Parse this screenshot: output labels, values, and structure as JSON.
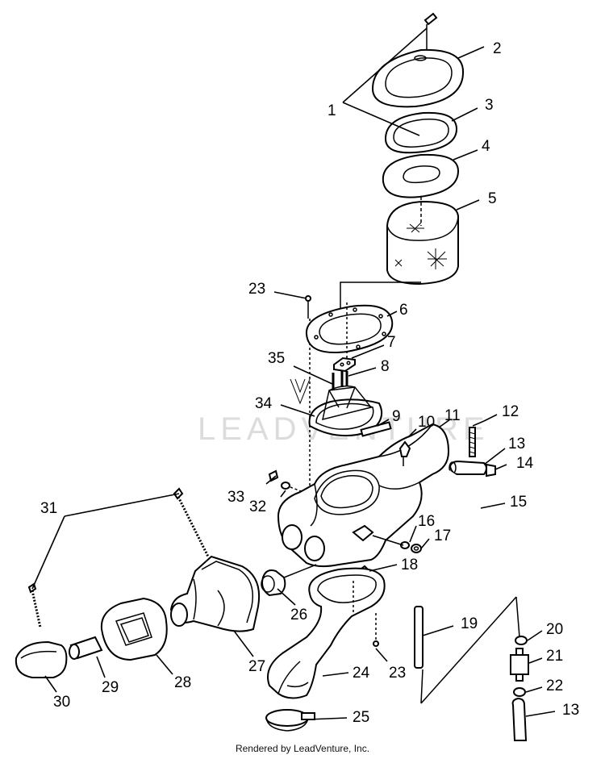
{
  "watermark": "LEADVENTURE",
  "credit": "Rendered by LeadVenture, Inc.",
  "callouts": {
    "c1": "1",
    "c2": "2",
    "c3": "3",
    "c4": "4",
    "c5": "5",
    "c6": "6",
    "c7": "7",
    "c8": "8",
    "c9": "9",
    "c10": "10",
    "c11": "11",
    "c12": "12",
    "c13a": "13",
    "c13b": "13",
    "c14": "14",
    "c15": "15",
    "c16": "16",
    "c17": "17",
    "c18": "18",
    "c19": "19",
    "c20": "20",
    "c21": "21",
    "c22": "22",
    "c23a": "23",
    "c23b": "23",
    "c24": "24",
    "c25": "25",
    "c26": "26",
    "c27": "27",
    "c28": "28",
    "c29": "29",
    "c30": "30",
    "c31": "31",
    "c32": "32",
    "c33": "33",
    "c34": "34",
    "c35": "35"
  }
}
